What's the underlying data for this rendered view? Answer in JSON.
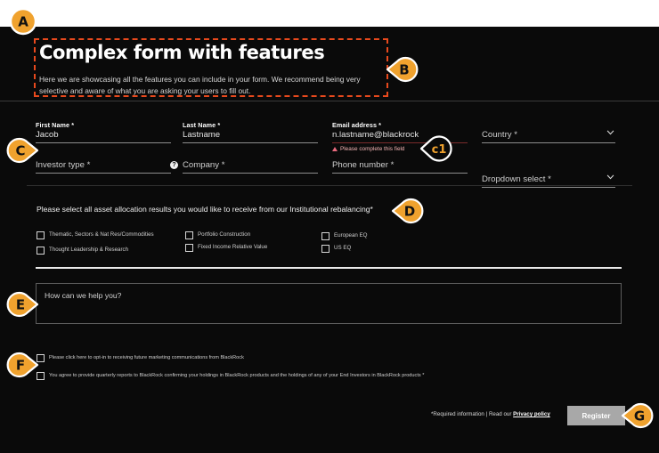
{
  "header": {
    "title": "Complex form with features",
    "subtitle": "Here we are showcasing all the features you can include in your form. We recommend being very selective and aware of what you are asking your users to fill out."
  },
  "fields": {
    "first_name": {
      "label": "First Name *",
      "value": "Jacob",
      "placeholder": "First Name *"
    },
    "last_name": {
      "label": "Last Name *",
      "value": "Lastname",
      "placeholder": "Last Name *"
    },
    "email": {
      "label": "Email address *",
      "value": "n.lastname@blackrock",
      "placeholder": "Email address *",
      "error": "Please complete this field"
    },
    "country": {
      "placeholder": "Country *",
      "value": ""
    },
    "investor_type": {
      "placeholder": "Investor type *",
      "value": ""
    },
    "company": {
      "placeholder": "Company *",
      "value": ""
    },
    "phone": {
      "placeholder": "Phone number *",
      "value": ""
    },
    "dropdown_select": {
      "placeholder": "Dropdown select *",
      "value": ""
    }
  },
  "allocation": {
    "heading": "Please select all asset allocation results you would like to receive from our Institutional rebalancing*",
    "options": [
      {
        "label": "Thematic, Sectors & Nat Res/Commodities",
        "checked": false
      },
      {
        "label": "Thought Leadership & Research",
        "checked": false
      },
      {
        "label": "Portfolio Construction",
        "checked": false
      },
      {
        "label": "Fixed Income Relative Value",
        "checked": false
      },
      {
        "label": "European EQ",
        "checked": false
      },
      {
        "label": "US EQ",
        "checked": false
      }
    ]
  },
  "message": {
    "placeholder": "How can we help you?",
    "value": ""
  },
  "consents": [
    {
      "label": "Please click here to opt-in to receiving future marketing communications from BlackRock",
      "checked": false
    },
    {
      "label": "You agree to provide quarterly reports to BlackRock confirming your holdings in BlackRock products and the holdings of any of your End Investors in BlackRock products *",
      "checked": false
    }
  ],
  "footer": {
    "required_note": "*Required information",
    "separator": "|",
    "read_our": "Read our",
    "privacy_link": "Privacy policy",
    "submit_label": "Register"
  },
  "annotations": [
    {
      "id": "A",
      "style": "circle"
    },
    {
      "id": "B",
      "style": "pointer-left"
    },
    {
      "id": "C",
      "style": "pointer-right"
    },
    {
      "id": "c1",
      "style": "outline-pointer-left"
    },
    {
      "id": "D",
      "style": "pointer-left"
    },
    {
      "id": "E",
      "style": "pointer-right"
    },
    {
      "id": "F",
      "style": "pointer-right"
    },
    {
      "id": "G",
      "style": "pointer-left"
    }
  ],
  "colors": {
    "background": "#0a0a0a",
    "accent_orange": "#f0a22e",
    "dashed_outline": "#e8491d",
    "error_text": "#f2b3b3",
    "submit_button": "#a8a8a8"
  }
}
